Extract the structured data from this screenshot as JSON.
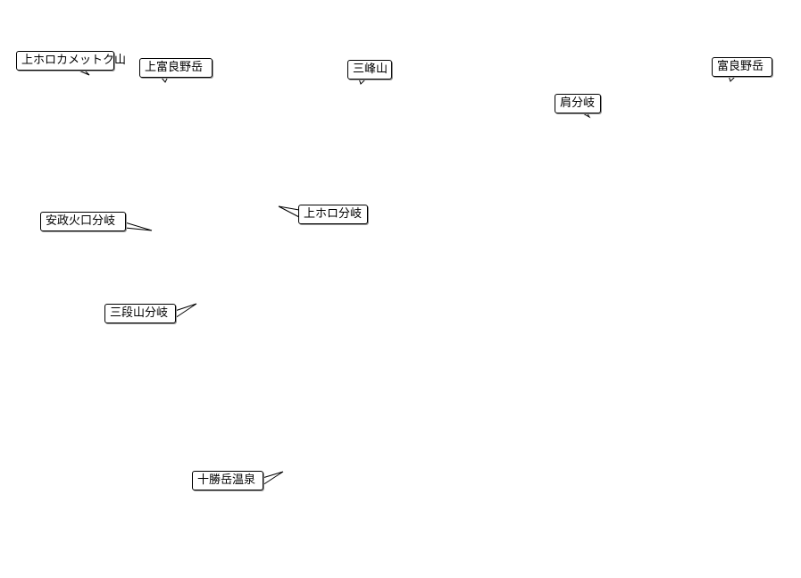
{
  "map": {
    "background_color": "#ffffff",
    "label_border_color": "#000000",
    "labels": [
      {
        "id": "kamihorokamettoku-yama",
        "text": "上ホロカメットク山"
      },
      {
        "id": "kamifurano-dake",
        "text": "上富良野岳"
      },
      {
        "id": "sanpo-yama",
        "text": "三峰山"
      },
      {
        "id": "furano-dake",
        "text": "富良野岳"
      },
      {
        "id": "kata-bunki",
        "text": "肩分岐"
      },
      {
        "id": "ansei-kako-bunki",
        "text": "安政火口分岐"
      },
      {
        "id": "kamihoro-bunki",
        "text": "上ホロ分岐"
      },
      {
        "id": "sandan-yama-bunki",
        "text": "三段山分岐"
      },
      {
        "id": "tokachidake-onsen",
        "text": "十勝岳温泉"
      }
    ]
  }
}
